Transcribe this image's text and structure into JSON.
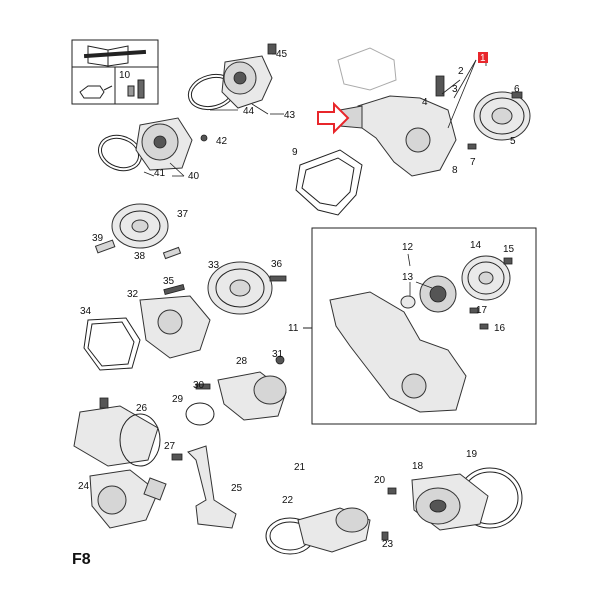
{
  "page_label": "F8",
  "legend_box": {
    "item_label": "10"
  },
  "parts": {
    "p1": "1",
    "p2": "2",
    "p3": "3",
    "p4": "4",
    "p5": "5",
    "p6": "6",
    "p7": "7",
    "p8": "8",
    "p9": "9",
    "p11": "11",
    "p12": "12",
    "p13": "13",
    "p14": "14",
    "p15": "15",
    "p16": "16",
    "p17": "17",
    "p18": "18",
    "p19": "19",
    "p20": "20",
    "p21": "21",
    "p22": "22",
    "p23": "23",
    "p24": "24",
    "p25": "25",
    "p26": "26",
    "p27": "27",
    "p28": "28",
    "p29": "29",
    "p30": "30",
    "p31": "31",
    "p32": "32",
    "p33": "33",
    "p34": "34",
    "p35": "35",
    "p36": "36",
    "p37": "37",
    "p38": "38",
    "p39": "39",
    "p40": "40",
    "p41": "41",
    "p42": "42",
    "p43": "43",
    "p44": "44",
    "p45": "45"
  },
  "colors": {
    "highlight": "#e8262b",
    "arrow": "#e8262b",
    "line": "#222222"
  }
}
